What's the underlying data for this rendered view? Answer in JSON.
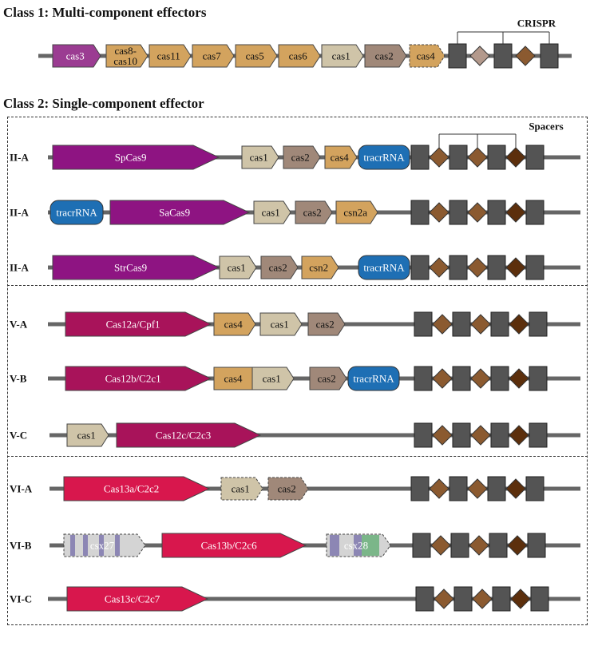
{
  "class1": {
    "title": "Class 1: Multi-component effectors",
    "crispr_label": "CRISPR",
    "genes": [
      {
        "label": "cas3",
        "color": "#9b3c92"
      },
      {
        "label": "cas8-\ncas10",
        "color": "#d3a35e"
      },
      {
        "label": "cas11",
        "color": "#d3a35e"
      },
      {
        "label": "cas7",
        "color": "#d3a35e"
      },
      {
        "label": "cas5",
        "color": "#d3a35e"
      },
      {
        "label": "cas6",
        "color": "#d3a35e"
      },
      {
        "label": "cas1",
        "color": "#cfc4a8"
      },
      {
        "label": "cas2",
        "color": "#a08879"
      },
      {
        "label": "cas4",
        "color": "#d3a35e",
        "dashed": true
      }
    ]
  },
  "class2": {
    "title": "Class 2: Single-component effector",
    "spacers_label": "Spacers",
    "rows": [
      {
        "type": "II-A",
        "genes": [
          "SpCas9",
          "cas1",
          "cas2",
          "cas4",
          "tracrRNA"
        ]
      },
      {
        "type": "II-A",
        "genes": [
          "tracrRNA",
          "SaCas9",
          "cas1",
          "cas2",
          "csn2a"
        ]
      },
      {
        "type": "II-A",
        "genes": [
          "StrCas9",
          "cas1",
          "cas2",
          "csn2",
          "tracrRNA"
        ]
      },
      {
        "type": "V-A",
        "genes": [
          "Cas12a/Cpf1",
          "cas4",
          "cas1",
          "cas2"
        ]
      },
      {
        "type": "V-B",
        "genes": [
          "Cas12b/C2c1",
          "cas4",
          "cas1",
          "cas2",
          "tracrRNA"
        ]
      },
      {
        "type": "V-C",
        "genes": [
          "cas1",
          "Cas12c/C2c3"
        ]
      },
      {
        "type": "VI-A",
        "genes": [
          "Cas13a/C2c2",
          "cas1",
          "cas2"
        ]
      },
      {
        "type": "VI-B",
        "genes": [
          "csx27",
          "Cas13b/C2c6",
          "csx28"
        ]
      },
      {
        "type": "VI-C",
        "genes": [
          "Cas13c/C2c7"
        ]
      }
    ]
  },
  "colors": {
    "type_ii_effector": "#8e1482",
    "type_v_effector": "#a8135a",
    "type_vi_effector": "#d8174d",
    "cas1": "#cfc4a8",
    "cas2": "#a08879",
    "cas4": "#d3a35e",
    "csn2": "#d3a35e",
    "tracrRNA": "#1e6fb4",
    "repeat": "#545454",
    "spacer": "#8b5a30",
    "spacer_dark": "#5c2f0c",
    "csx_stripe": "#8c86b4",
    "csx_green": "#7bb689",
    "backbone": "#666666"
  }
}
